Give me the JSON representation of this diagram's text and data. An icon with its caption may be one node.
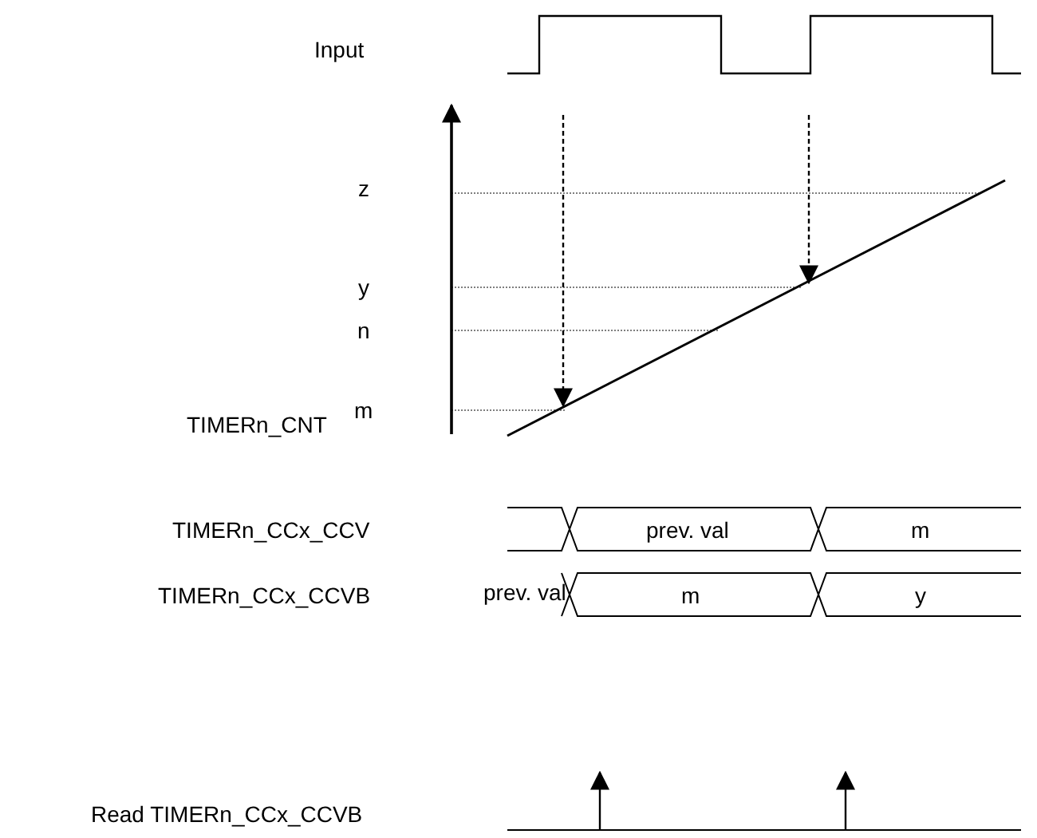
{
  "diagram": {
    "labels": [
      "Input",
      "z",
      "y",
      "n",
      "TIMERn_CNT",
      "m",
      "TIMERn_CCx_CCV",
      "prev. val",
      "m",
      "TIMERn_CCx_CCVB",
      "prev. val",
      "m",
      "y",
      "Read TIMERn_CCx_CCVB"
    ]
  }
}
